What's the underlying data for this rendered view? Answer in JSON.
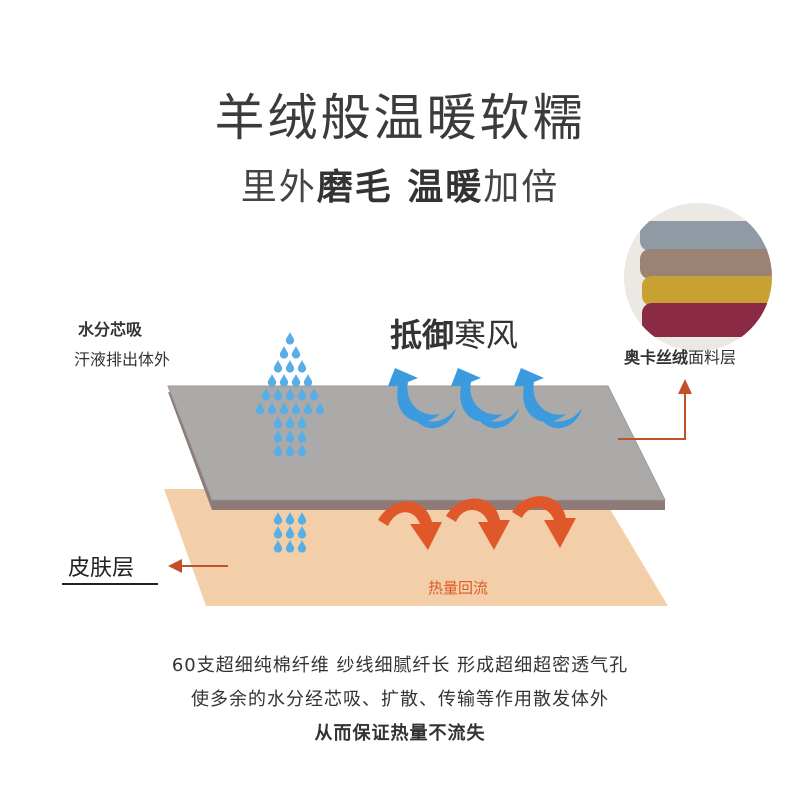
{
  "title": "羊绒般温暖软糯",
  "subtitle": {
    "p1": "里外",
    "p2": "磨毛 温暖",
    "p3": "加倍"
  },
  "left_label": {
    "title": "水分芯吸",
    "desc": "汗液排出体外"
  },
  "cold_label": {
    "bold": "抵御",
    "rest": "寒风"
  },
  "fabric_label": {
    "bold": "奥卡丝绒",
    "rest": "面料层"
  },
  "skin_label": "皮肤层",
  "heat_label": "热量回流",
  "footer": {
    "line1": "60支超细纯棉纤维 纱线细腻纤长 形成超细超密透气孔",
    "line2": "使多余的水分经芯吸、扩散、传输等作用散发体外",
    "line3": "从而保证热量不流失"
  },
  "colors": {
    "skin": "#f2cfa8",
    "fabric": "#a9a7a6",
    "fabric_edge": "#8e7a76",
    "water": "#5aaee6",
    "wind": "#3c9bdf",
    "heat": "#e0582a",
    "arrow": "#c4502b"
  }
}
